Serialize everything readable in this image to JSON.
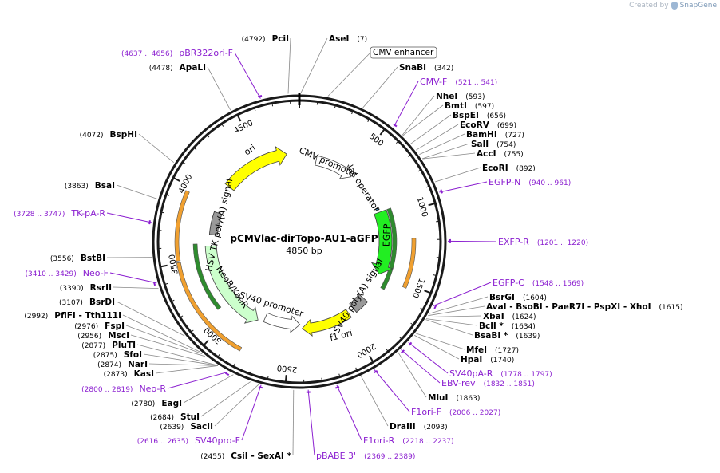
{
  "credit": {
    "prefix": "Created by",
    "brand": "SnapGene"
  },
  "map": {
    "name": "pCMVlac-dirTopo-AU1-aGFP",
    "length_bp": "4850 bp",
    "total": 4850
  },
  "ticks": [
    "500",
    "1000",
    "1500",
    "2000",
    "2500",
    "3000",
    "3500",
    "4000",
    "4500"
  ],
  "colors": {
    "backbone": "#1a1a1a",
    "enzyme": "#000000",
    "primer": "#8b1fd0",
    "ori": "#ffff00",
    "egfp": "#22ee22",
    "neo": "#ccffcc",
    "orange_track": "#f0a030",
    "green_track": "#2e8b2e"
  },
  "features": [
    {
      "name": "CMV promoter",
      "from": 157,
      "to": 520,
      "color": "#ffffff"
    },
    {
      "name": "lac operator",
      "from": 900,
      "to": 916,
      "color": "#3a8ab0"
    },
    {
      "name": "EGFP",
      "from": 940,
      "to": 1510,
      "color": "#22ee22"
    },
    {
      "name": "SV40 poly(A) signal",
      "from": 1770,
      "to": 1900,
      "color": "#999999"
    },
    {
      "name": "f1 ori",
      "from": 1960,
      "to": 2400,
      "color": "#ffff00"
    },
    {
      "name": "SV40 promoter",
      "from": 2420,
      "to": 2750,
      "color": "#ffffff"
    },
    {
      "name": "NeoR/KanR",
      "from": 2800,
      "to": 3600,
      "color": "#ccffcc"
    },
    {
      "name": "HSV TK poly(A) signal",
      "from": 3700,
      "to": 3900,
      "color": "#999999"
    },
    {
      "name": "ori",
      "from": 4150,
      "to": 4740,
      "color": "#ffff00"
    }
  ],
  "labels": [
    {
      "name": "PciI",
      "pos": "(4792)",
      "kind": "enzyme"
    },
    {
      "name": "AseI",
      "pos": "(7)",
      "kind": "enzyme"
    },
    {
      "name": "CMV enhancer",
      "pos": "",
      "kind": "boxed"
    },
    {
      "name": "SnaBI",
      "pos": "(342)",
      "kind": "enzyme"
    },
    {
      "name": "pBR322ori-F",
      "pos": "(4637 .. 4656)",
      "kind": "primer"
    },
    {
      "name": "ApaLI",
      "pos": "(4478)",
      "kind": "enzyme"
    },
    {
      "name": "CMV-F",
      "pos": "(521 .. 541)",
      "kind": "primer"
    },
    {
      "name": "NheI",
      "pos": "(593)",
      "kind": "enzyme"
    },
    {
      "name": "BmtI",
      "pos": "(597)",
      "kind": "enzyme"
    },
    {
      "name": "BspEI",
      "pos": "(656)",
      "kind": "enzyme"
    },
    {
      "name": "EcoRV",
      "pos": "(699)",
      "kind": "enzyme"
    },
    {
      "name": "BamHI",
      "pos": "(727)",
      "kind": "enzyme"
    },
    {
      "name": "SalI",
      "pos": "(754)",
      "kind": "enzyme"
    },
    {
      "name": "AccI",
      "pos": "(755)",
      "kind": "enzyme"
    },
    {
      "name": "EcoRI",
      "pos": "(892)",
      "kind": "enzyme"
    },
    {
      "name": "EGFP-N",
      "pos": "(940 .. 961)",
      "kind": "primer"
    },
    {
      "name": "BspHI",
      "pos": "(4072)",
      "kind": "enzyme"
    },
    {
      "name": "BsaI",
      "pos": "(3863)",
      "kind": "enzyme"
    },
    {
      "name": "TK-pA-R",
      "pos": "(3728 .. 3747)",
      "kind": "primer"
    },
    {
      "name": "EXFP-R",
      "pos": "(1201 .. 1220)",
      "kind": "primer"
    },
    {
      "name": "BstBI",
      "pos": "(3556)",
      "kind": "enzyme"
    },
    {
      "name": "Neo-F",
      "pos": "(3410 .. 3429)",
      "kind": "primer"
    },
    {
      "name": "RsrII",
      "pos": "(3390)",
      "kind": "enzyme"
    },
    {
      "name": "BsrDI",
      "pos": "(3107)",
      "kind": "enzyme"
    },
    {
      "name": "PflFI - Tth111I",
      "pos": "(2992)",
      "kind": "enzyme"
    },
    {
      "name": "FspI",
      "pos": "(2976)",
      "kind": "enzyme"
    },
    {
      "name": "MscI",
      "pos": "(2956)",
      "kind": "enzyme"
    },
    {
      "name": "PluTI",
      "pos": "(2877)",
      "kind": "enzyme"
    },
    {
      "name": "SfoI",
      "pos": "(2875)",
      "kind": "enzyme"
    },
    {
      "name": "NarI",
      "pos": "(2874)",
      "kind": "enzyme"
    },
    {
      "name": "KasI",
      "pos": "(2873)",
      "kind": "enzyme"
    },
    {
      "name": "Neo-R",
      "pos": "(2800 .. 2819)",
      "kind": "primer"
    },
    {
      "name": "EagI",
      "pos": "(2780)",
      "kind": "enzyme"
    },
    {
      "name": "StuI",
      "pos": "(2684)",
      "kind": "enzyme"
    },
    {
      "name": "SacII",
      "pos": "(2639)",
      "kind": "enzyme"
    },
    {
      "name": "SV40pro-F",
      "pos": "(2616 .. 2635)",
      "kind": "primer"
    },
    {
      "name": "CsiI - SexAI *",
      "pos": "(2455)",
      "kind": "enzyme"
    },
    {
      "name": "pBABE 3'",
      "pos": "(2369 .. 2389)",
      "kind": "primer"
    },
    {
      "name": "F1ori-R",
      "pos": "(2218 .. 2237)",
      "kind": "primer"
    },
    {
      "name": "DraIII",
      "pos": "(2093)",
      "kind": "enzyme"
    },
    {
      "name": "F1ori-F",
      "pos": "(2006 .. 2027)",
      "kind": "primer"
    },
    {
      "name": "MluI",
      "pos": "(1863)",
      "kind": "enzyme"
    },
    {
      "name": "EBV-rev",
      "pos": "(1832 .. 1851)",
      "kind": "primer"
    },
    {
      "name": "SV40pA-R",
      "pos": "(1778 .. 1797)",
      "kind": "primer"
    },
    {
      "name": "HpaI",
      "pos": "(1740)",
      "kind": "enzyme"
    },
    {
      "name": "MfeI",
      "pos": "(1727)",
      "kind": "enzyme"
    },
    {
      "name": "BsaBI *",
      "pos": "(1639)",
      "kind": "enzyme"
    },
    {
      "name": "BclI *",
      "pos": "(1634)",
      "kind": "enzyme"
    },
    {
      "name": "XbaI",
      "pos": "(1624)",
      "kind": "enzyme"
    },
    {
      "name": "AvaI - BsoBI - PaeR7I - PspXI - XhoI",
      "pos": "(1615)",
      "kind": "enzyme"
    },
    {
      "name": "BsrGI",
      "pos": "(1604)",
      "kind": "enzyme"
    },
    {
      "name": "EGFP-C",
      "pos": "(1548 .. 1569)",
      "kind": "primer"
    }
  ]
}
